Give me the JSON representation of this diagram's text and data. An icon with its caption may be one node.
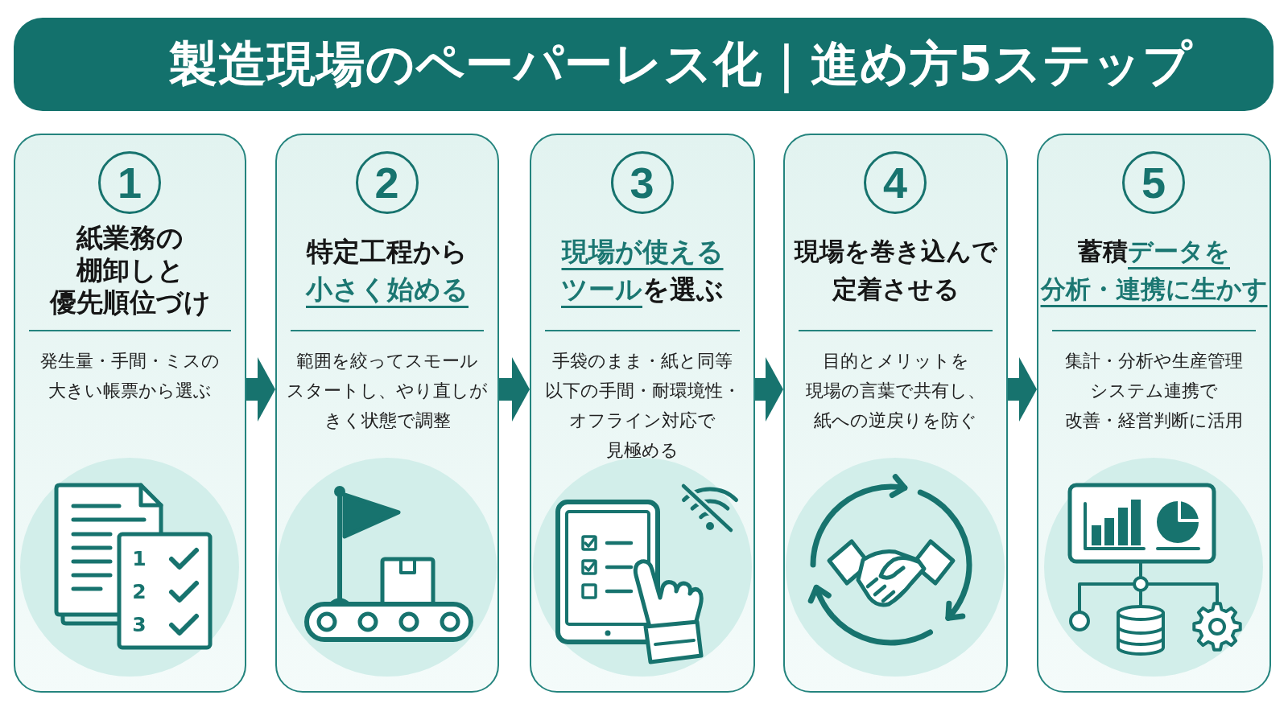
{
  "diagram": {
    "title": "製造現場のペーパーレス化｜進め方5ステップ",
    "nodes": [
      {
        "text": [
          "1",
          "紙業務の棚卸しと優先順位づけ",
          "発生量・手間・ミスの大きい帳票から選ぶ"
        ]
      },
      {
        "text": [
          "2",
          "特定工程から**小さく始める**",
          "範囲を絞ってスモールスタートし、やり直しがきく状態で調整"
        ]
      },
      {
        "text": [
          "3",
          "**現場が使えるツール**を選ぶ",
          "手袋のまま・紙と同等以下の手間・耐環境性・オフライン対応で見極める"
        ]
      },
      {
        "text": [
          "4",
          "現場を巻き込んで定着させる",
          "目的とメリットを現場の言葉で共有し、紙への逆戻りを防ぐ"
        ]
      },
      {
        "text": [
          "5",
          "蓄積**データを分析・連携に生かす**",
          "集計・分析や生産管理システム連携で改善・経営判断に活用"
        ]
      }
    ],
    "edges": [
      {
        "from": 0,
        "to": 1,
        "arrow": "to"
      },
      {
        "from": 1,
        "to": 2,
        "arrow": "to"
      },
      {
        "from": 2,
        "to": 3,
        "arrow": "to"
      },
      {
        "from": 3,
        "to": 4,
        "arrow": "to"
      }
    ],
    "labels": [
      "1",
      "2",
      "3"
    ]
  }
}
